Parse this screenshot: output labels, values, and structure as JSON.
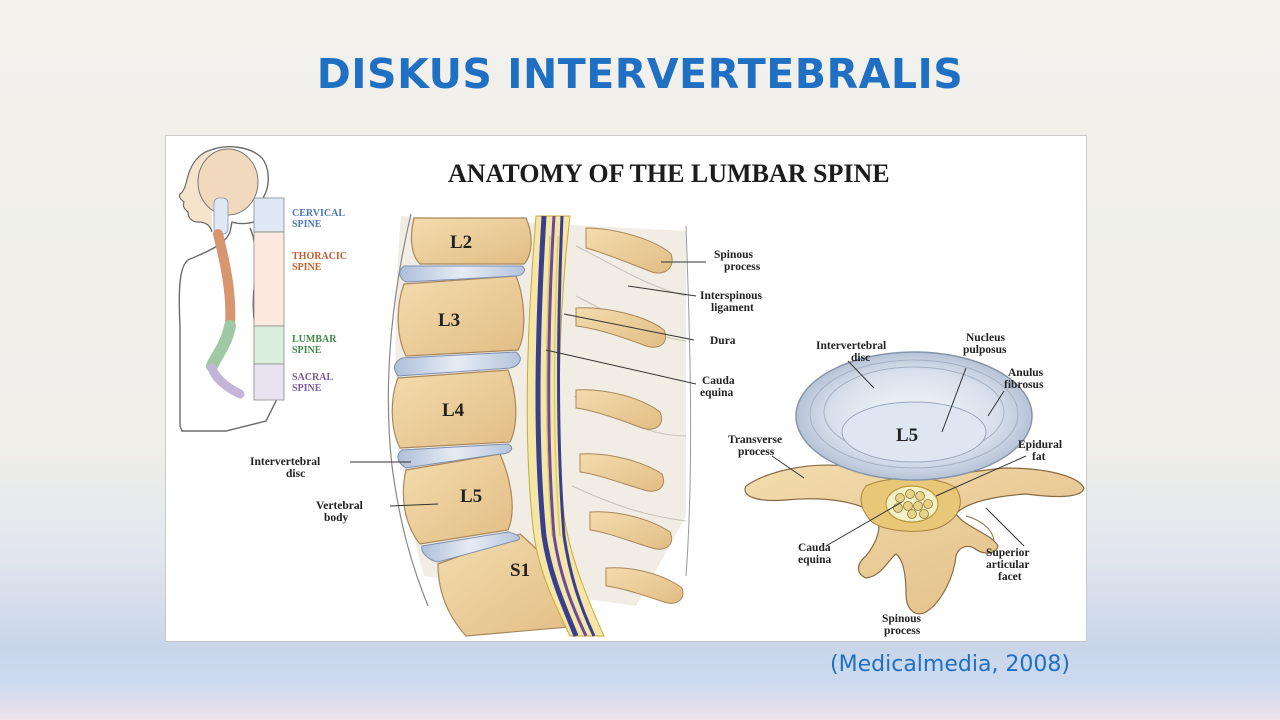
{
  "slide": {
    "title": "DISKUS INTERVERTEBRALIS",
    "citation": "(Medicalmedia, 2008)"
  },
  "figure": {
    "title": "ANATOMY OF THE LUMBAR SPINE",
    "regions": [
      {
        "line1": "CERVICAL",
        "line2": "SPINE",
        "color": "#4a7ab5"
      },
      {
        "line1": "THORACIC",
        "line2": "SPINE",
        "color": "#c06030"
      },
      {
        "line1": "LUMBAR",
        "line2": "SPINE",
        "color": "#3f8a4a"
      },
      {
        "line1": "SACRAL",
        "line2": "SPINE",
        "color": "#7a5a9a"
      }
    ],
    "vertebrae": [
      "L2",
      "L3",
      "L4",
      "L5",
      "S1"
    ],
    "axial_vertebra": "L5",
    "labels": {
      "spinous_process_1": "Spinous",
      "spinous_process_2": "process",
      "interspinous_ligament_1": "Interspinous",
      "interspinous_ligament_2": "ligament",
      "dura": "Dura",
      "cauda_equina_1": "Cauda",
      "cauda_equina_2": "equina",
      "intervertebral_disc_1": "Intervertebral",
      "intervertebral_disc_2": "disc",
      "vertebral_body_1": "Vertebral",
      "vertebral_body_2": "body",
      "axial_disc_1": "Intervertebral",
      "axial_disc_2": "disc",
      "nucleus_pulposus_1": "Nucleus",
      "nucleus_pulposus_2": "pulposus",
      "anulus_fibrosus_1": "Anulus",
      "anulus_fibrosus_2": "fibrosus",
      "transverse_process_1": "Transverse",
      "transverse_process_2": "process",
      "epidural_fat_1": "Epidural",
      "epidural_fat_2": "fat",
      "axial_cauda_equina_1": "Cauda",
      "axial_cauda_equina_2": "equina",
      "superior_articular_facet_1": "Superior",
      "superior_articular_facet_2": "articular",
      "superior_articular_facet_3": "facet",
      "axial_spinous_process_1": "Spinous",
      "axial_spinous_process_2": "process"
    }
  }
}
